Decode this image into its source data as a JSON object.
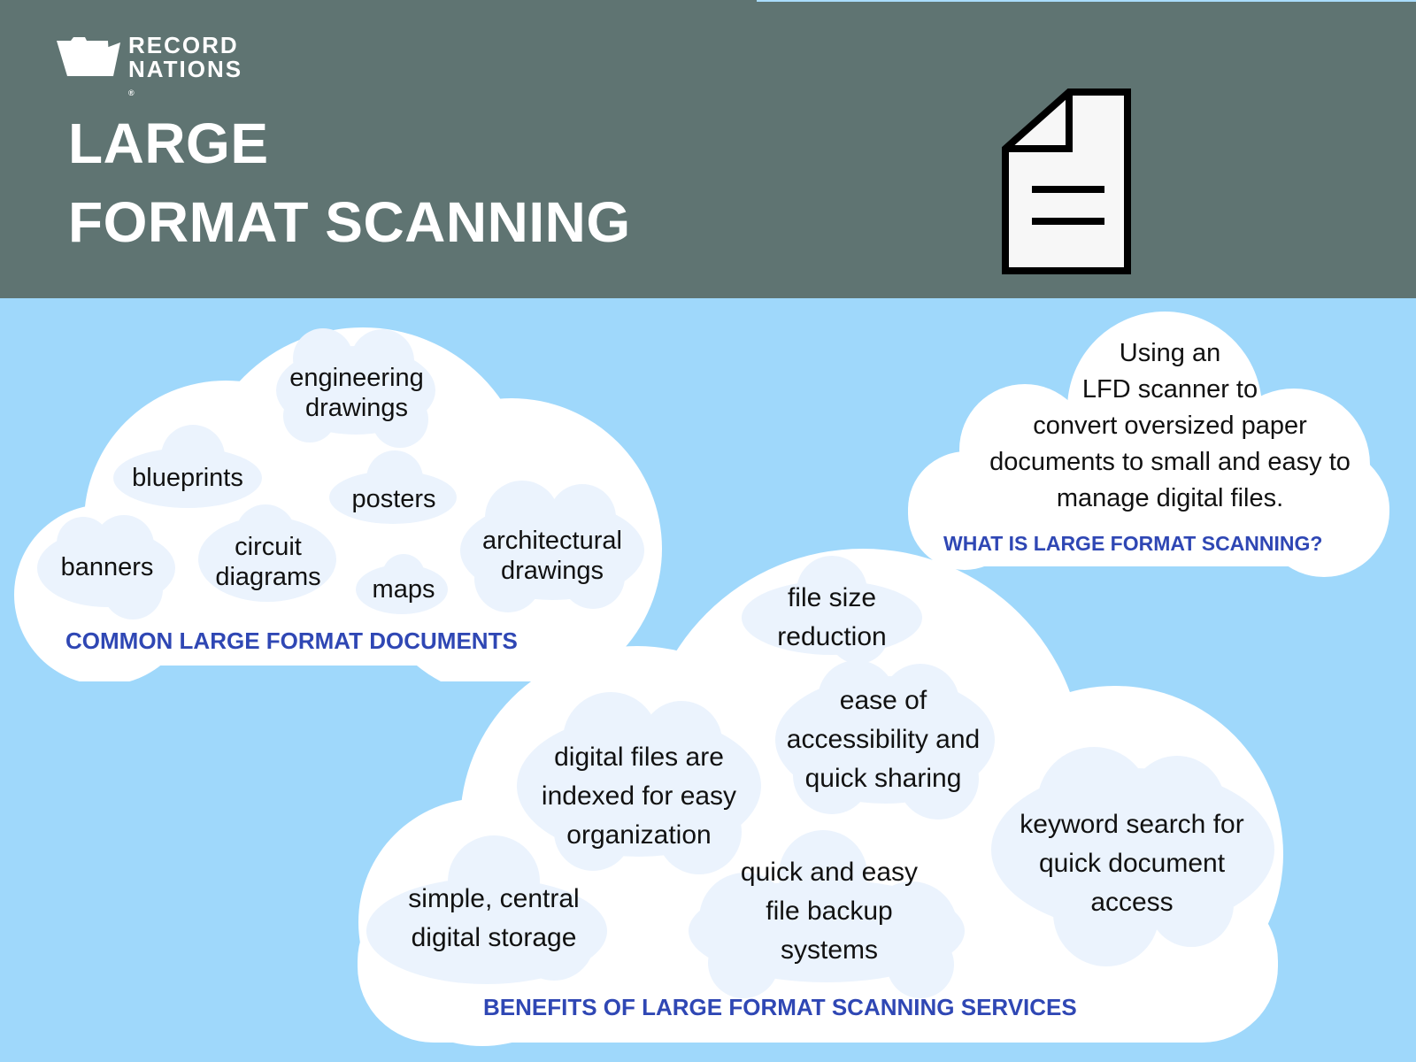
{
  "brand": {
    "line1": "RECORD",
    "line2": "NATIONS",
    "reg": "®"
  },
  "title": {
    "line1": "LARGE",
    "line2": "FORMAT SCANNING"
  },
  "icons": {
    "logo": "folder-icon",
    "document": "document-icon"
  },
  "colors": {
    "header_bg": "#5f7472",
    "page_bg": "#9fd8fb",
    "cloud": "#ffffff",
    "bubble": "#ebf3fd",
    "label": "#2f47b4"
  },
  "common_documents": {
    "label": "COMMON LARGE FORMAT DOCUMENTS",
    "items": [
      "engineering drawings",
      "blueprints",
      "posters",
      "circuit diagrams",
      "banners",
      "maps",
      "architectural drawings"
    ]
  },
  "what_is": {
    "label": "WHAT IS LARGE FORMAT SCANNING?",
    "lines": [
      "Using an",
      "LFD scanner to",
      "convert oversized paper",
      "documents to small and easy to",
      "manage digital files."
    ]
  },
  "benefits": {
    "label": "BENEFITS OF LARGE FORMAT SCANNING SERVICES",
    "items": [
      "file size reduction",
      "ease of accessibility and quick sharing",
      "digital files are indexed for easy organization",
      "keyword search for quick document access",
      "simple, central digital storage",
      "quick and easy file backup systems"
    ]
  }
}
